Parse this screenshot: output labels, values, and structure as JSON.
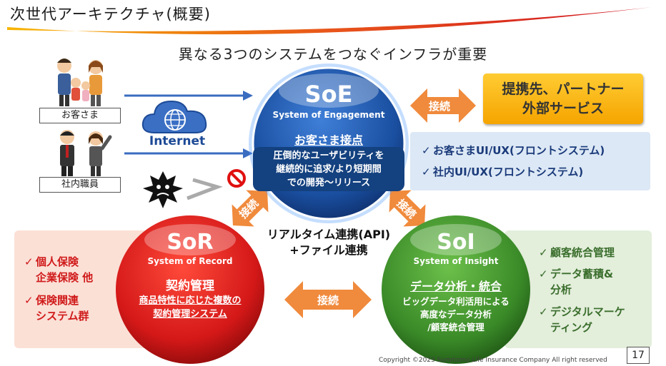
{
  "title": "次世代アーキテクチャ(概要)",
  "subtitle": "異なる3つのシステムをつなぐインフラが重要",
  "users": {
    "customer_label": "お客さま",
    "employee_label": "社内職員"
  },
  "internet_label": "Internet",
  "soe": {
    "name": "SoE",
    "full_name": "System of Engagement",
    "heading": "お客さま接点",
    "desc_lines": [
      "圧倒的なユーザビリティを",
      "継続的に追求/より短期間",
      "での開発〜リリース"
    ],
    "points": [
      "お客さまUI/UX(フロントシステム)",
      "社内UI/UX(フロントシステム)"
    ]
  },
  "partner": {
    "line1": "提携先、パートナー",
    "line2": "外部サービス"
  },
  "sor": {
    "name": "SoR",
    "full_name": "System of Record",
    "heading": "契約管理",
    "desc_lines": [
      "商品特性に応じた複数の",
      "契約管理システム"
    ],
    "points": [
      {
        "lines": [
          "個人保険",
          "企業保険 他"
        ]
      },
      {
        "lines": [
          "保険関連",
          "システム群"
        ]
      }
    ]
  },
  "soi": {
    "name": "SoI",
    "full_name": "System of Insight",
    "heading": "データ分析・統合",
    "desc_lines": [
      "ビッグデータ利活用による",
      "高度なデータ分析",
      "/顧客統合管理"
    ],
    "points": [
      {
        "lines": [
          "顧客統合管理"
        ]
      },
      {
        "lines": [
          "データ蓄積&",
          "分析"
        ]
      },
      {
        "lines": [
          "デジタルマーケ",
          "ティング"
        ]
      }
    ]
  },
  "connections": {
    "partner_label": "接続",
    "soe_sor_label": "接続",
    "soe_soi_label": "接続",
    "sor_soi_label": "接続",
    "center_line1": "リアルタイム連携(API)",
    "center_line2": "+ファイル連携"
  },
  "check_mark": "✓",
  "copyright": "Copyright ©2023 Sumitomo Life Insurance Company All right reserved",
  "page_number": "17",
  "colors": {
    "soe": "#1a4fa0",
    "sor": "#d42020",
    "soi": "#3f8a2a",
    "partner": "#f7b500",
    "arrow": "#f08a3c"
  }
}
